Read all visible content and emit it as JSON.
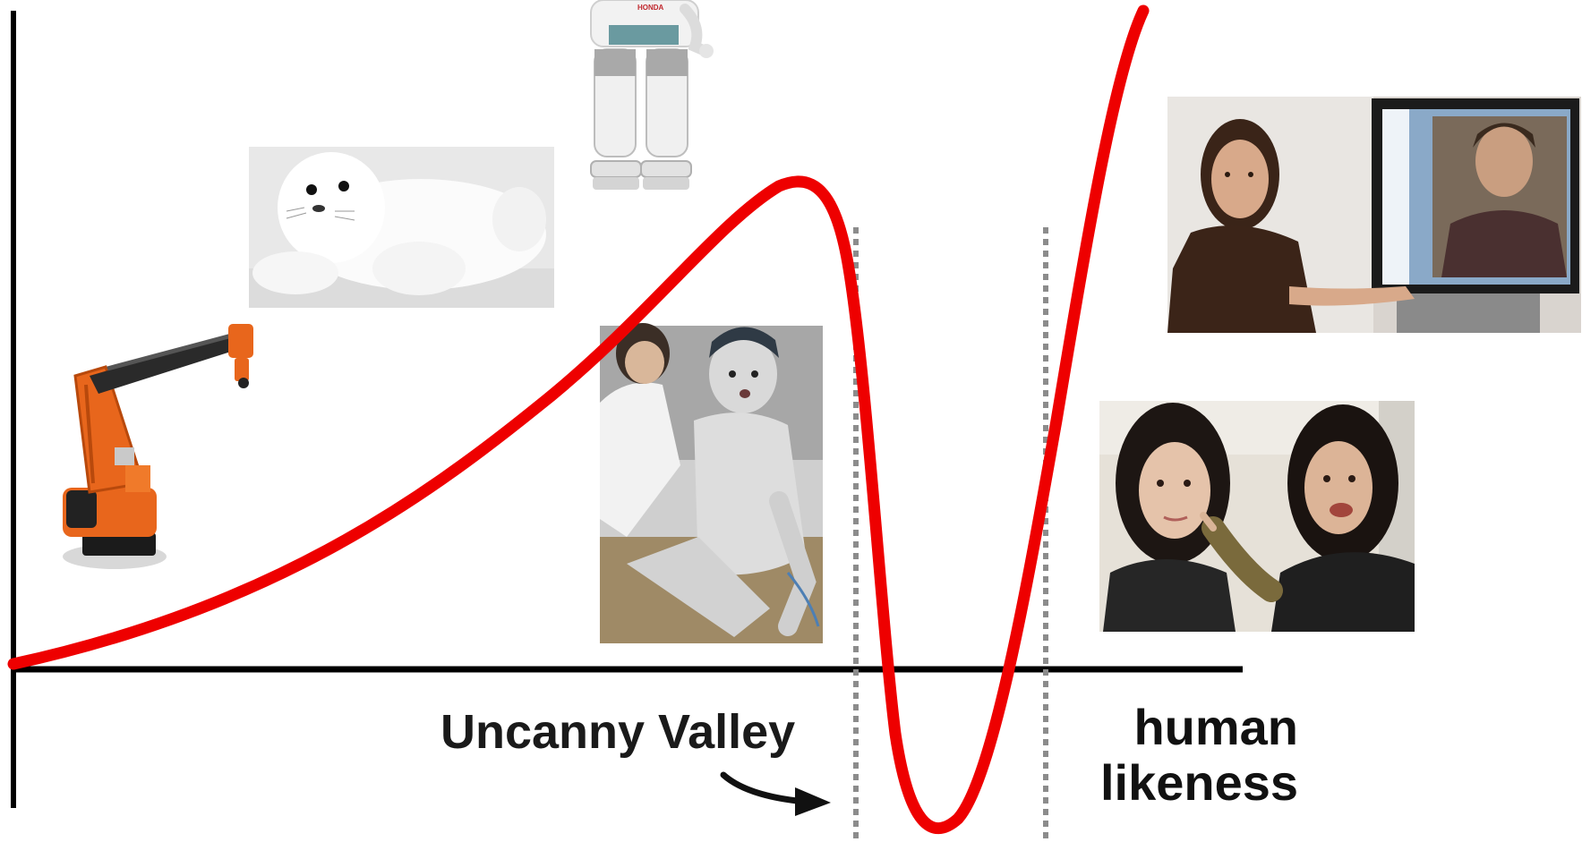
{
  "labels": {
    "uncanny_valley": "Uncanny Valley",
    "axis_line1": "human",
    "axis_line2": "likeness",
    "brand_mark": "HONDA"
  },
  "colors": {
    "curve": "#ee0000",
    "axis": "#000000",
    "guide_dashes": "#8c8c8c",
    "arrow": "#111111",
    "robot_arm": "#e8661c",
    "seal_bg": "#e7e7e7"
  },
  "curve": {
    "description_points": [
      {
        "x": 0,
        "y": 0
      },
      {
        "x": 0.25,
        "y": 0.3
      },
      {
        "x": 0.64,
        "y": 1.0
      },
      {
        "x": 0.76,
        "y": -0.35
      },
      {
        "x": 0.93,
        "y": 1.4
      }
    ]
  },
  "illustrations": [
    {
      "subject": "industrial-robot-arm"
    },
    {
      "subject": "seal-robot-toy"
    },
    {
      "subject": "humanoid-robot-legs"
    },
    {
      "subject": "child-android-with-researcher"
    },
    {
      "subject": "woman-presenting-video-call"
    },
    {
      "subject": "android-and-woman"
    }
  ]
}
